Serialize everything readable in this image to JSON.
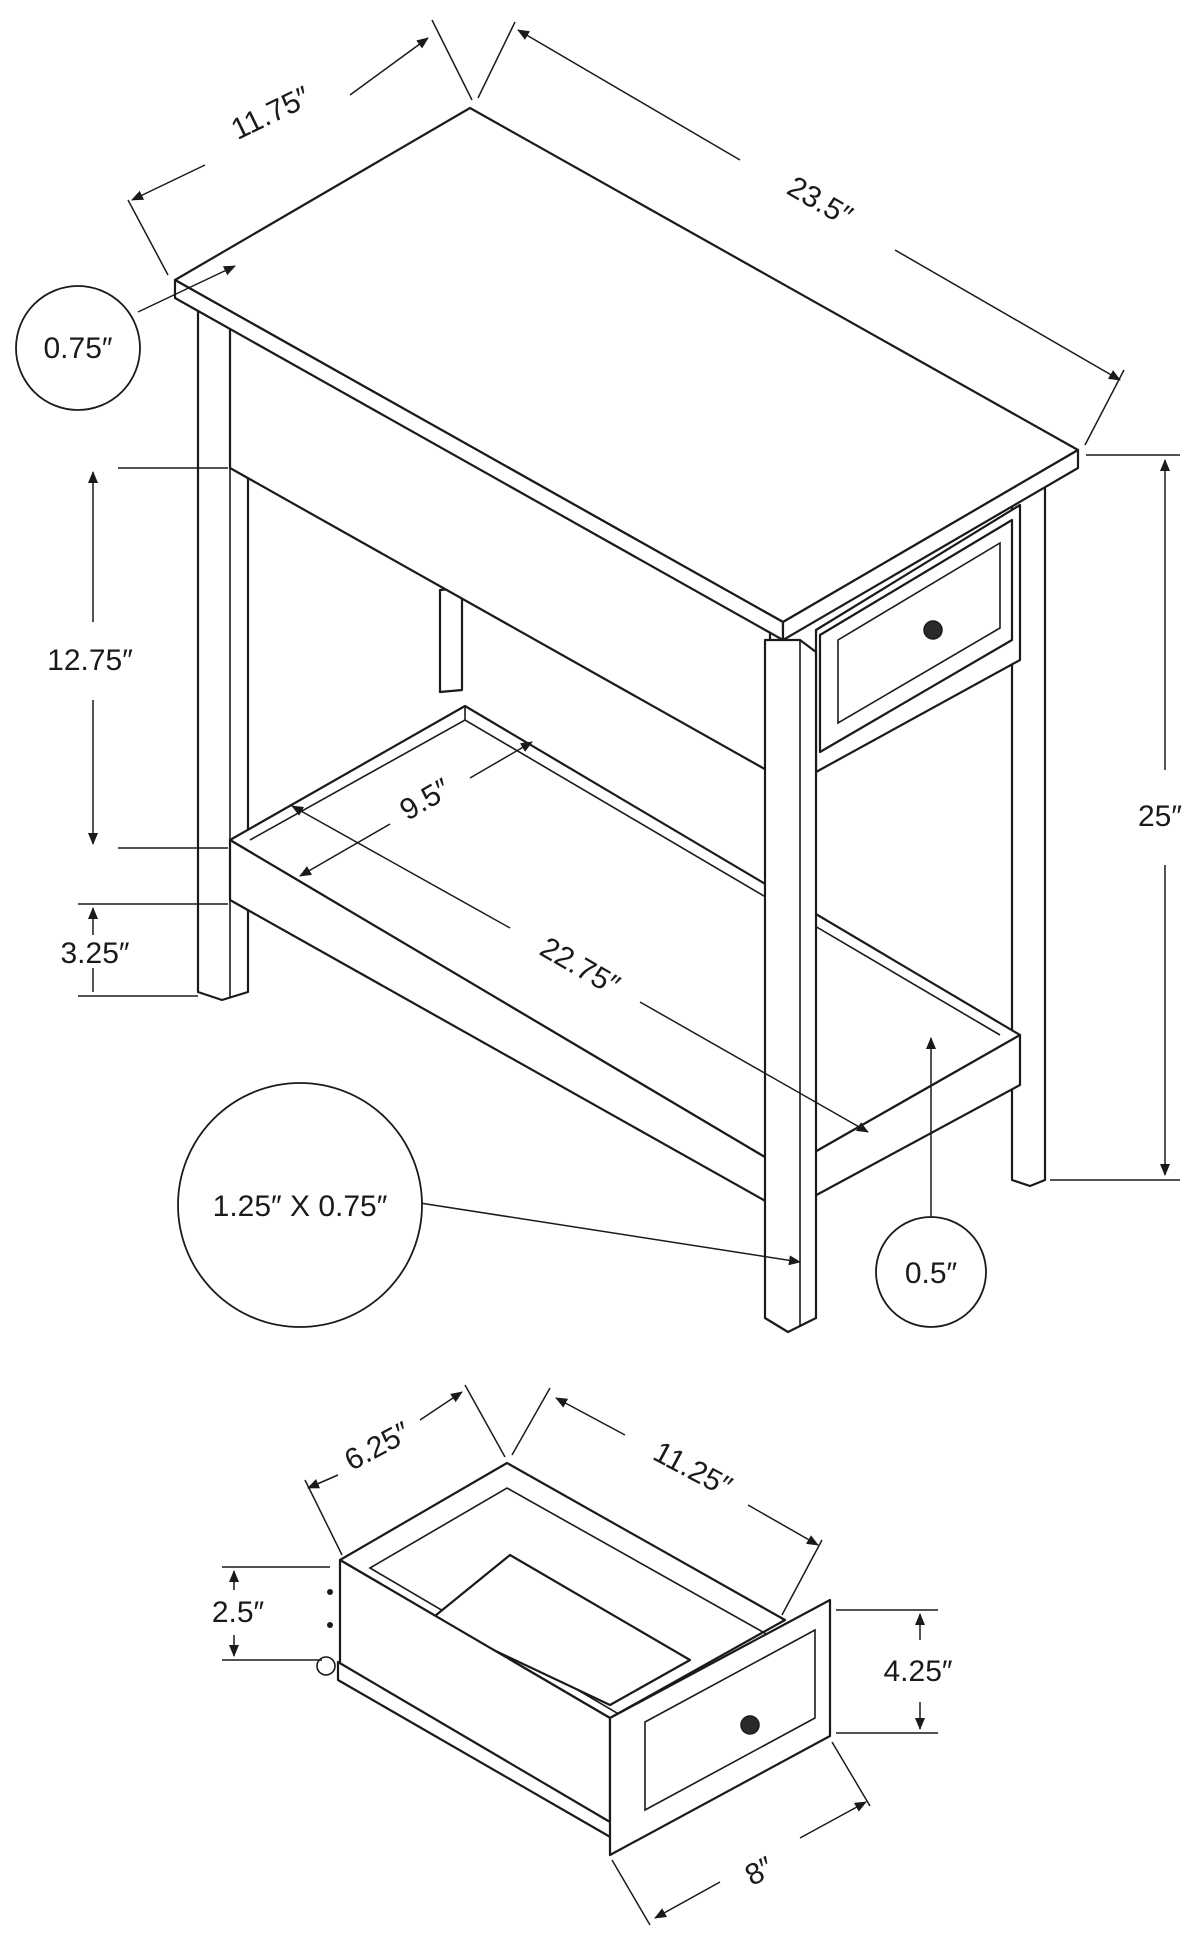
{
  "table": {
    "dimensions": {
      "top_depth": "11.75″",
      "top_length": "23.5″",
      "top_thickness": "0.75″",
      "apron_height": "12.75″",
      "shelf_clearance": "3.25″",
      "overall_height": "25″",
      "shelf_depth": "9.5″",
      "shelf_length": "22.75″",
      "leg_size": "1.25″ X 0.75″",
      "shelf_thickness": "0.5″"
    }
  },
  "drawer": {
    "dimensions": {
      "depth": "6.25″",
      "length": "11.25″",
      "side_height": "2.5″",
      "front_height": "4.25″",
      "front_width": "8″"
    }
  }
}
